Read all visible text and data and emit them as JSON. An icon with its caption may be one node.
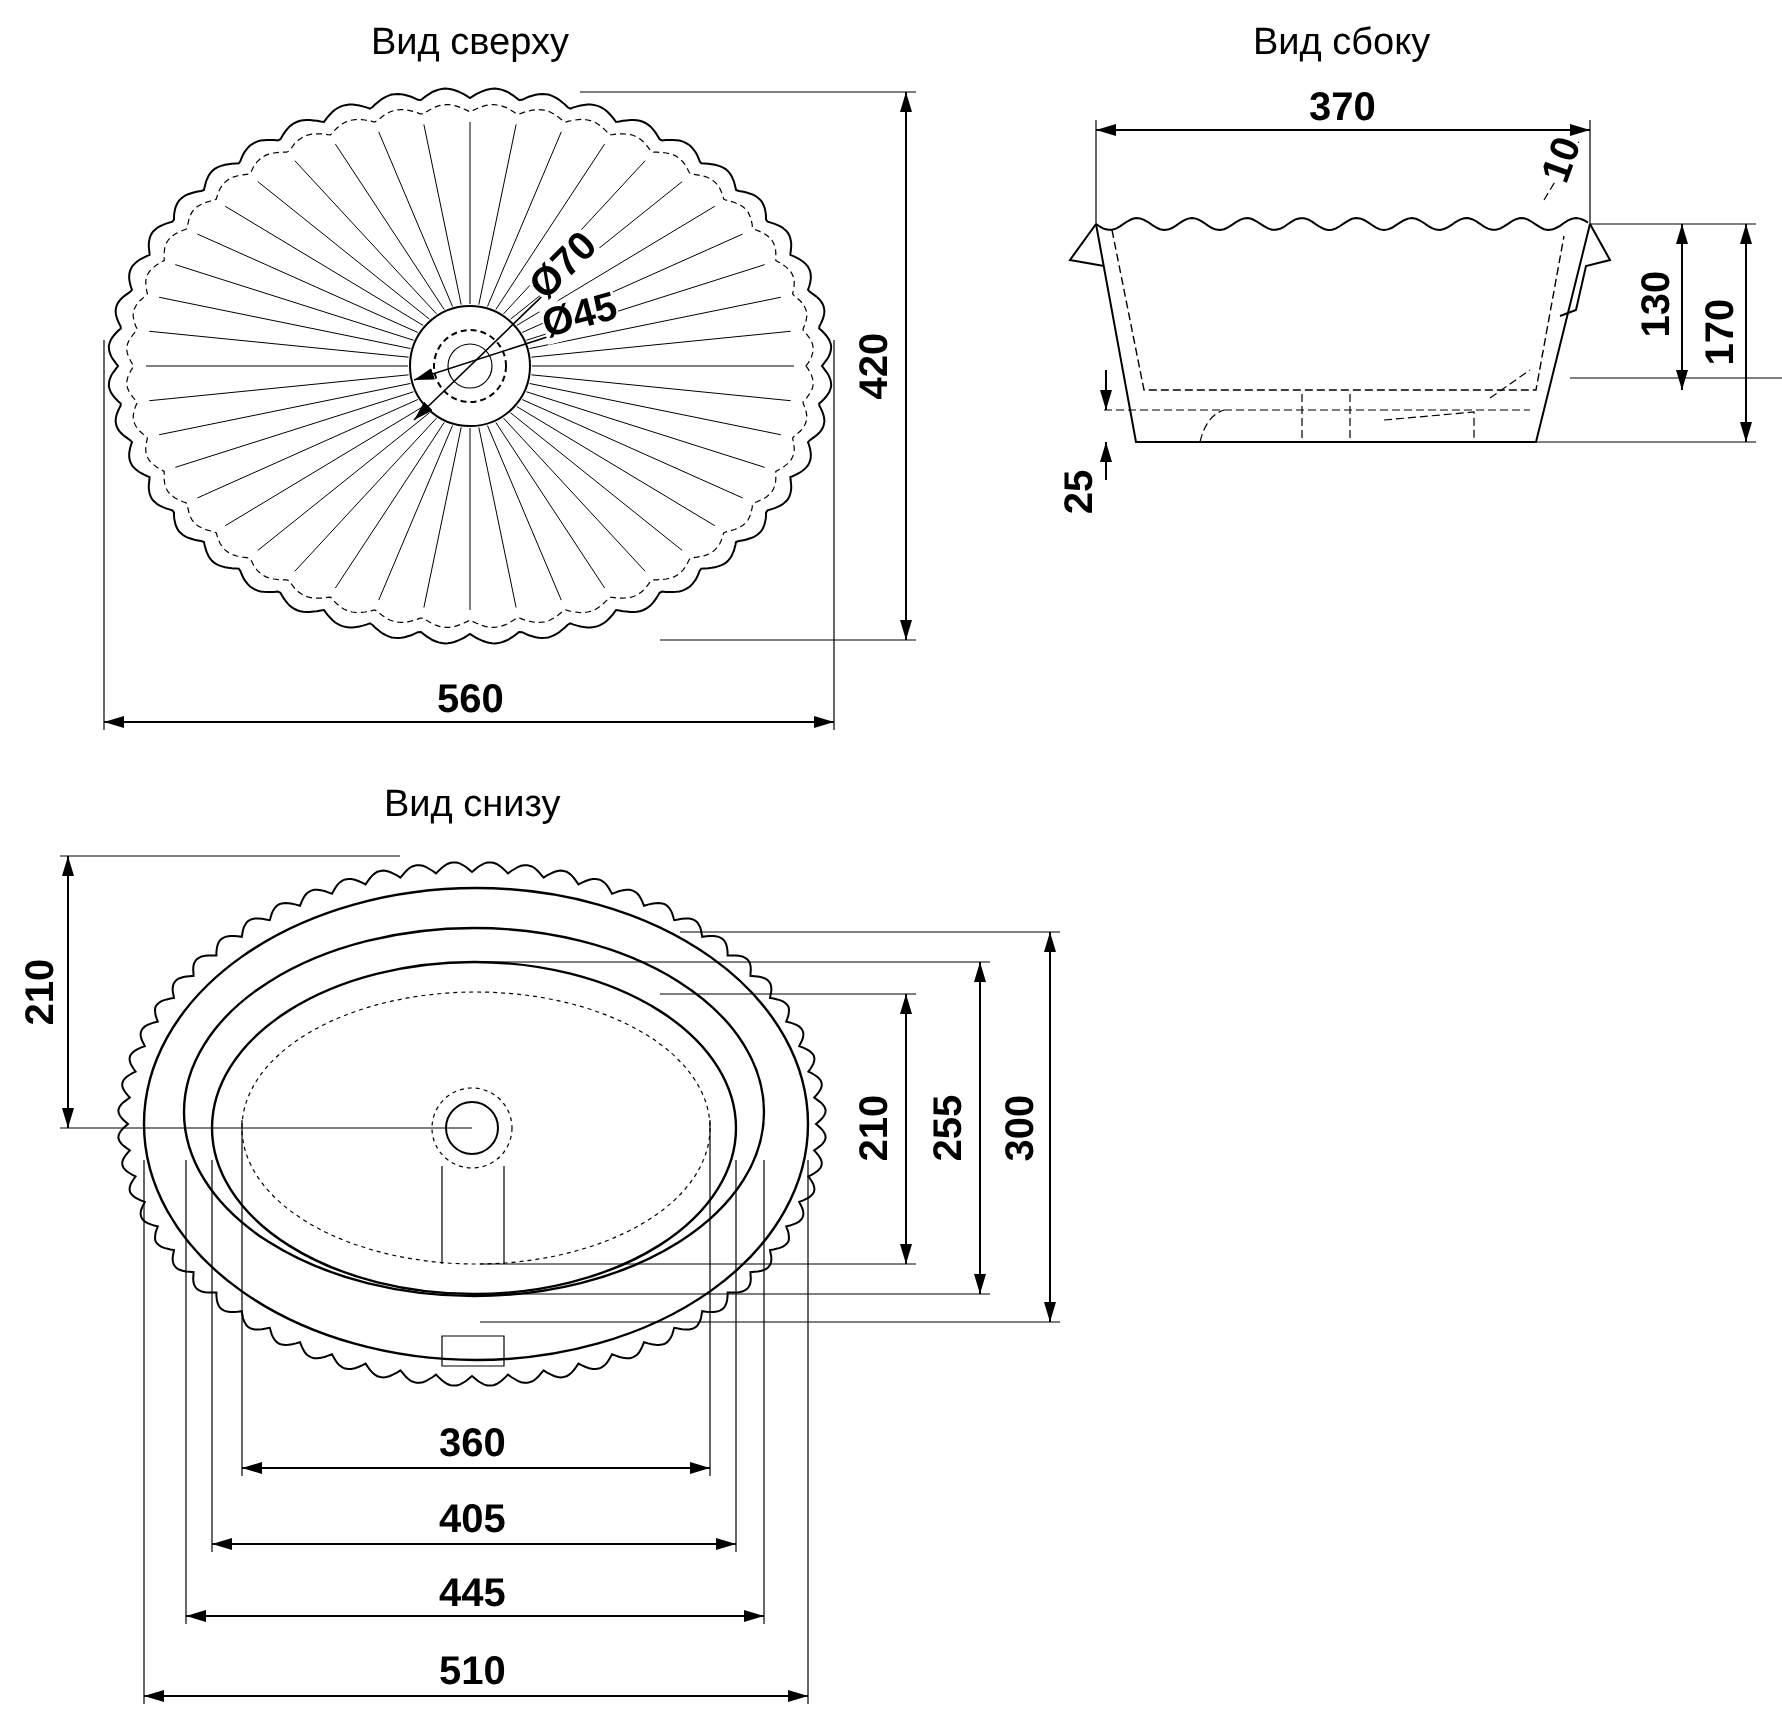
{
  "diagram": {
    "labels": [
      "Вид сверху",
      "Вид сбоку",
      "370",
      "10",
      "Ø70",
      "Ø45",
      "130",
      "170",
      "420",
      "25",
      "560",
      "Вид снизу",
      "210",
      "210",
      "255",
      "300",
      "360",
      "405",
      "445",
      "510"
    ]
  }
}
